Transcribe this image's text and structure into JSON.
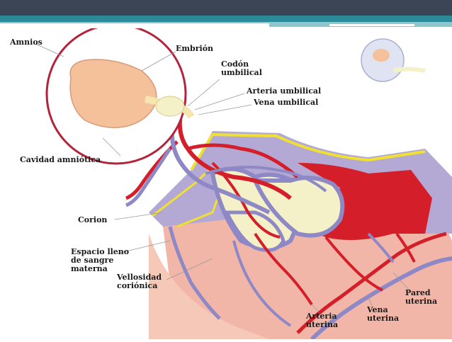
{
  "labels": {
    "amnios": "Amnios",
    "embrion": "Embrión",
    "codon_line1": "Codón",
    "codon_line2": "umbilical",
    "arteria_umbilical": "Arteria umbilical",
    "vena_umbilical": "Vena umbilical",
    "cavidad_amniotica": "Cavidad amniótica",
    "corion": "Corion",
    "espacio_line1": "Espacio lleno",
    "espacio_line2": "de sangre",
    "espacio_line3": "materna",
    "vellosidad_line1": "Vellosidad",
    "vellosidad_line2": "coriónica",
    "pared_line1": "Pared",
    "pared_line2": "uterina",
    "vena_uterina_line1": "Vena",
    "vena_uterina_line2": "uterina",
    "arteria_uterina_line1": "Arteria",
    "arteria_uterina_line2": "uterina"
  },
  "colors": {
    "header_dark": "#3c4555",
    "header_teal": "#2b8a97",
    "artery_red": "#d41f2a",
    "vein_lavender": "#8e88c6",
    "chorion_purple": "#b3a9d4",
    "villus_cream": "#f4f0c8",
    "chorion_yellow": "#f0e030",
    "amnion_border": "#b3243a",
    "embryo_skin": "#f5c19b",
    "uterine_pink": "#f2b6a8"
  }
}
